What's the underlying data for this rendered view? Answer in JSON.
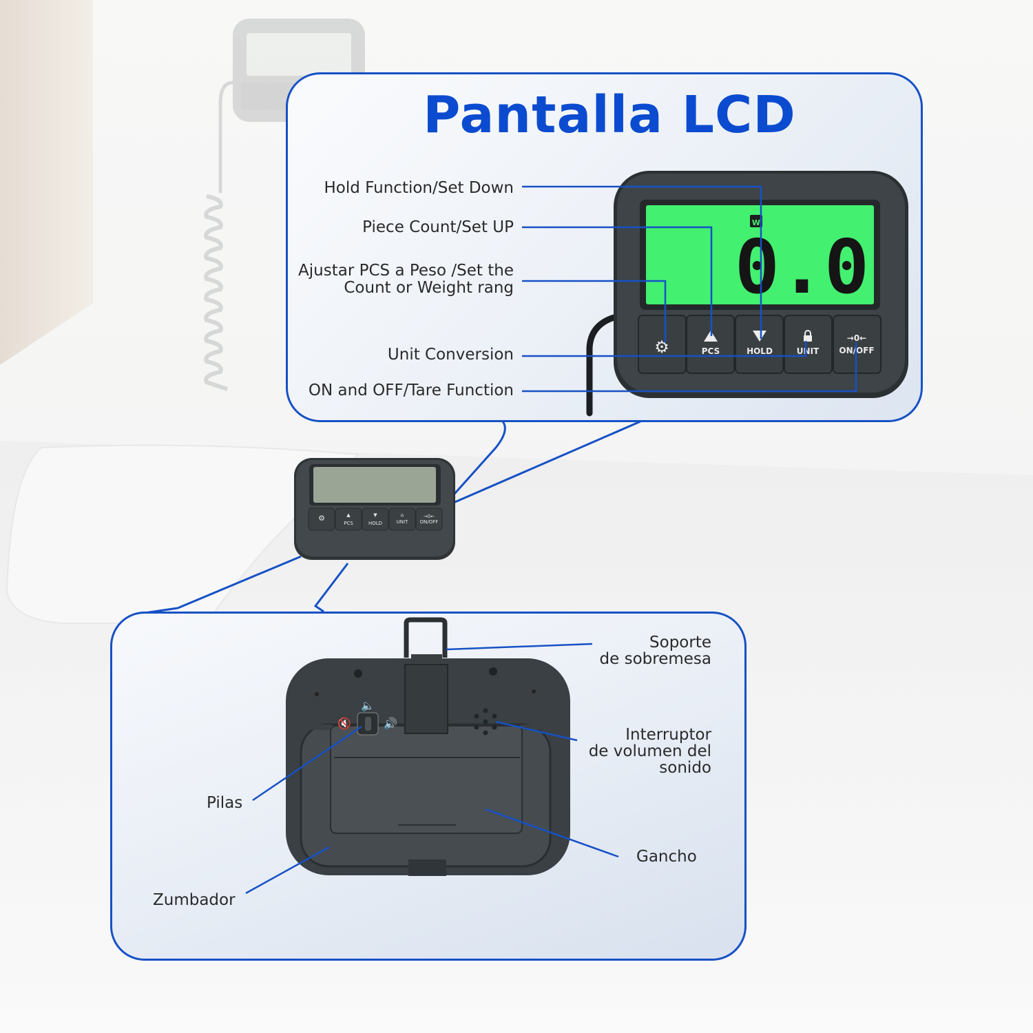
{
  "title": "Pantalla LCD",
  "top_labels": {
    "hold": "Hold Function/Set Down",
    "pcs": "Piece Count/Set UP",
    "adjust_line1": "Ajustar PCS a Peso /Set the",
    "adjust_line2": "Count or Weight rang",
    "unit": "Unit Conversion",
    "onoff": "ON and OFF/Tare Function"
  },
  "display": {
    "reading": "0.0",
    "indicator": "W"
  },
  "buttons": {
    "pcs": "PCS",
    "hold": "HOLD",
    "unit": "UNIT",
    "onoff": "ON/OFF"
  },
  "bottom_labels": {
    "soporte_line1": "Soporte",
    "soporte_line2": "de sobremesa",
    "interruptor_line1": "Interruptor",
    "interruptor_line2": "de volumen del",
    "interruptor_line3": "sonido",
    "pilas": "Pilas",
    "gancho": "Gancho",
    "zumbador": "Zumbador"
  },
  "colors": {
    "accent": "#1651c5",
    "title": "#0b4bcf",
    "lcd": "#43f070",
    "device": "#3b4043"
  }
}
